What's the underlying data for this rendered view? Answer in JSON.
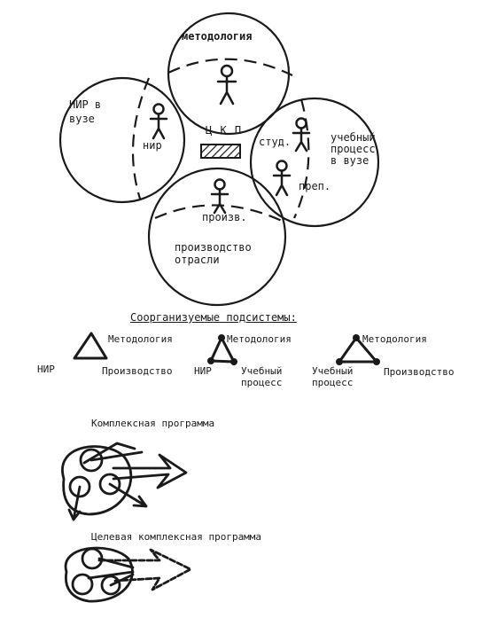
{
  "circles": {
    "top": {
      "label": "методология"
    },
    "left": {
      "label": "НИР в вузе"
    },
    "right": {
      "label": "учебный процесс в вузе"
    },
    "bottom": {
      "label": "производство отрасли"
    }
  },
  "figures": {
    "nir": "нир",
    "stud": "студ.",
    "prep": "преп.",
    "proizv": "произв."
  },
  "center": {
    "label": "Ц К П"
  },
  "subsystems": {
    "title": "Соорганизуемые подсистемы:",
    "triangles": [
      {
        "top": "Методология",
        "left": "НИР",
        "right": "Производство"
      },
      {
        "top": "Методология",
        "left": "НИР",
        "right": "Учебный процесс"
      },
      {
        "top": "Методология",
        "left": "Учебный процесс",
        "right": "Производство"
      }
    ]
  },
  "programs": {
    "complex": "Комплексная программа",
    "target": "Целевая комплексная программа"
  },
  "colors": {
    "ink": "#1a1a1a",
    "paper": "#ffffff"
  }
}
